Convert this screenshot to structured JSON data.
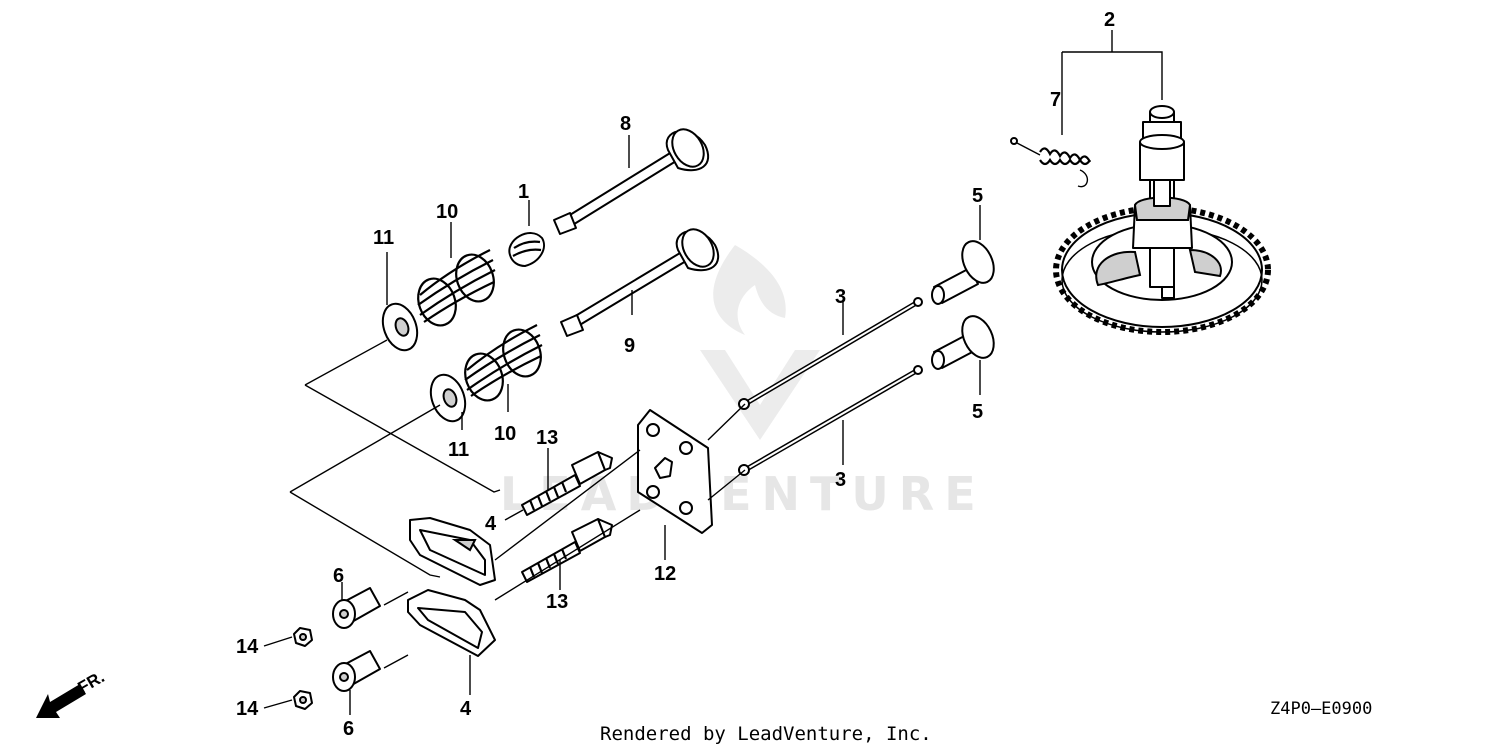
{
  "diagram": {
    "watermark": "LEADVENTURE",
    "footer": "Rendered by LeadVenture, Inc.",
    "drawing_code": "Z4P0—E0900",
    "front_label": "FR.",
    "callouts": [
      {
        "id": "c1",
        "text": "1"
      },
      {
        "id": "c2",
        "text": "2"
      },
      {
        "id": "c3a",
        "text": "3"
      },
      {
        "id": "c3b",
        "text": "3"
      },
      {
        "id": "c4a",
        "text": "4"
      },
      {
        "id": "c4b",
        "text": "4"
      },
      {
        "id": "c5a",
        "text": "5"
      },
      {
        "id": "c5b",
        "text": "5"
      },
      {
        "id": "c6a",
        "text": "6"
      },
      {
        "id": "c6b",
        "text": "6"
      },
      {
        "id": "c7",
        "text": "7"
      },
      {
        "id": "c8",
        "text": "8"
      },
      {
        "id": "c9",
        "text": "9"
      },
      {
        "id": "c10a",
        "text": "10"
      },
      {
        "id": "c10b",
        "text": "10"
      },
      {
        "id": "c11a",
        "text": "11"
      },
      {
        "id": "c11b",
        "text": "11"
      },
      {
        "id": "c12",
        "text": "12"
      },
      {
        "id": "c13a",
        "text": "13"
      },
      {
        "id": "c13b",
        "text": "13"
      },
      {
        "id": "c14a",
        "text": "14"
      },
      {
        "id": "c14b",
        "text": "14"
      }
    ]
  }
}
